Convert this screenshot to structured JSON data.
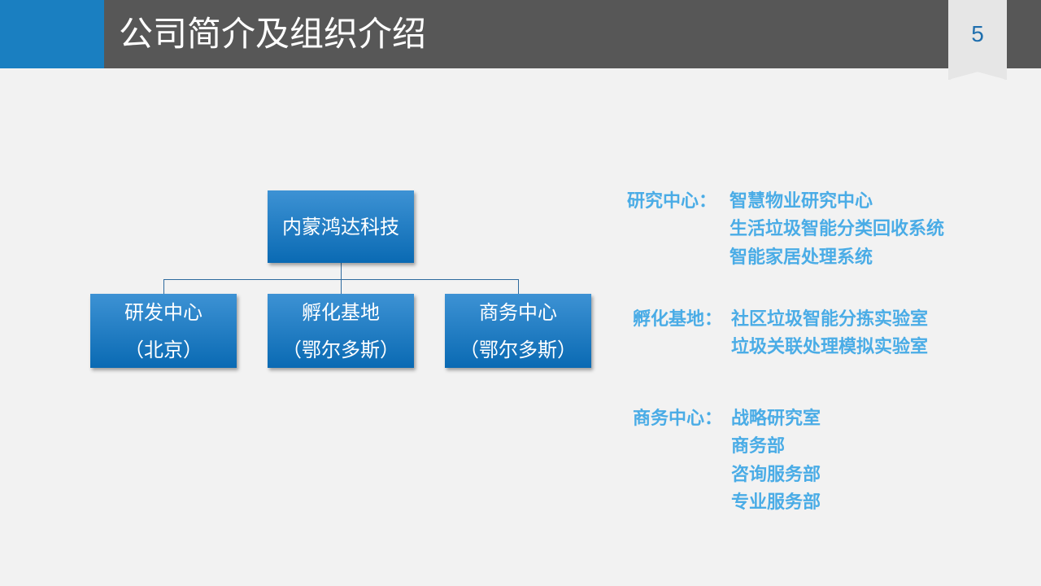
{
  "header": {
    "title": "公司简介及组织介绍",
    "page_number": "5"
  },
  "org": {
    "root": "内蒙鸿达科技",
    "children": [
      {
        "name": "研发中心",
        "location": "（北京）"
      },
      {
        "name": "孵化基地",
        "location": "（鄂尔多斯）"
      },
      {
        "name": "商务中心",
        "location": "（鄂尔多斯）"
      }
    ]
  },
  "details": [
    {
      "label": "研究中心：",
      "items": [
        "智慧物业研究中心",
        "生活垃圾智能分类回收系统",
        "智能家居处理系统"
      ]
    },
    {
      "label": "孵化基地：",
      "items": [
        "社区垃圾智能分拣实验室",
        "垃圾关联处理模拟实验室"
      ]
    },
    {
      "label": "商务中心：",
      "items": [
        "战略研究室",
        "商务部",
        "咨询服务部",
        "专业服务部"
      ]
    }
  ]
}
